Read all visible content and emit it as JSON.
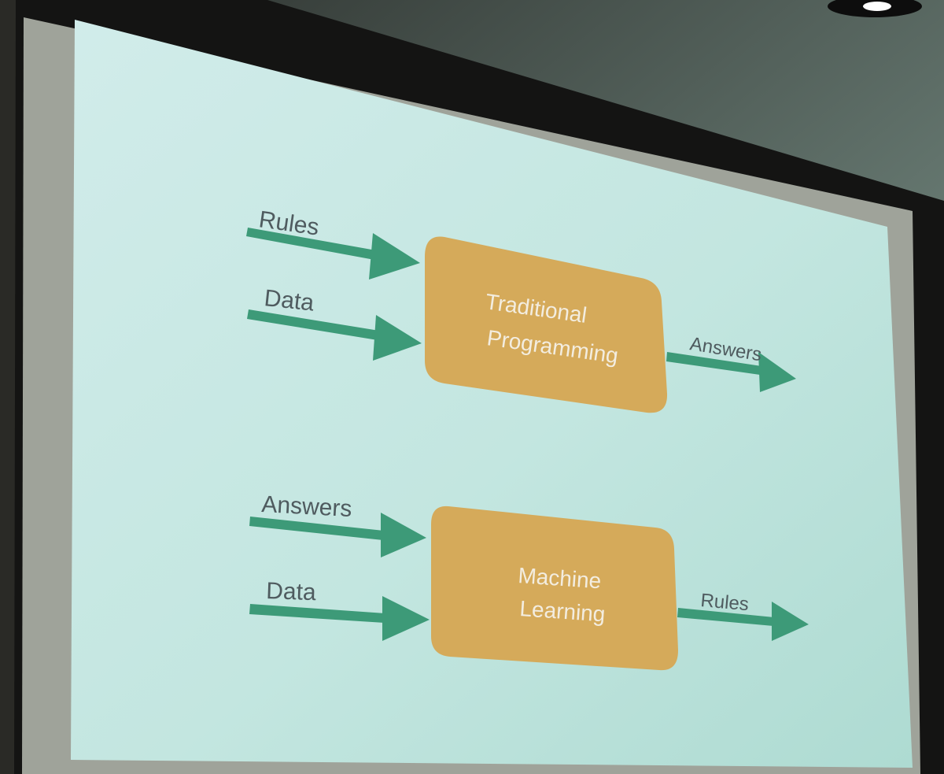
{
  "slide": {
    "traditional": {
      "inputs": {
        "top": "Rules",
        "bottom": "Data"
      },
      "box_line1": "Traditional",
      "box_line2": "Programming",
      "output": "Answers"
    },
    "ml": {
      "inputs": {
        "top": "Answers",
        "bottom": "Data"
      },
      "box_line1": "Machine",
      "box_line2": "Learning",
      "output": "Rules"
    }
  },
  "colors": {
    "screen": "#c3e6e0",
    "box": "#d5aa5a",
    "arrow": "#3d9a78",
    "text": "#4f5b5f",
    "box_text": "#f3ede0"
  }
}
